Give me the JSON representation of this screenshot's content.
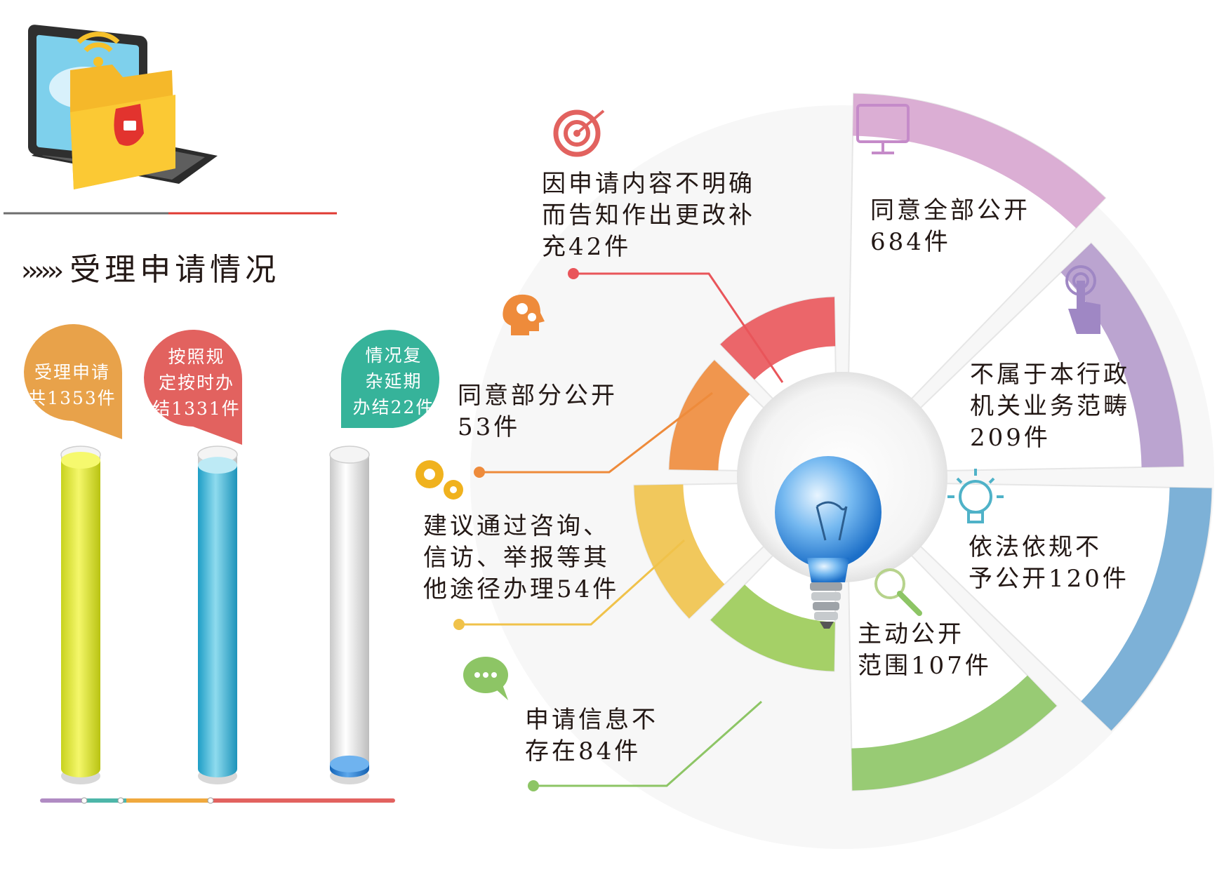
{
  "section_title": "受理申请情况",
  "chevrons": "››››››",
  "colors": {
    "orange": "#E8A24A",
    "red": "#E2625F",
    "teal": "#36B39A",
    "yellow": "#DDE32E",
    "cyan": "#3BBAD8",
    "blue": "#2A86D6",
    "purple": "#C9A0CF",
    "lavender": "#B49ACB",
    "sky": "#6FA9D3",
    "green": "#8DC565"
  },
  "chart_data": [
    {
      "type": "bar",
      "categories": [
        "受理申请共1353件",
        "按照规定按时办结1331件",
        "情况复杂延期办结22件"
      ],
      "values": [
        1353,
        1331,
        22
      ],
      "ylim": [
        0,
        1353
      ],
      "bubbles": [
        {
          "text": "受理申请\n共1353件",
          "color": "#E8A24A"
        },
        {
          "text": "按照规\n定按时办\n结1331件",
          "color": "#E2625F"
        },
        {
          "text": "情况复\n杂延期\n办结22件",
          "color": "#36B39A"
        }
      ]
    },
    {
      "type": "pie",
      "slices": [
        {
          "label": "同意全部公开\n684件",
          "value": 684,
          "color": "#D7A5CF"
        },
        {
          "label": "不属于本行政\n机关业务范畴\n209件",
          "value": 209,
          "color": "#B49ACB"
        },
        {
          "label": "依法依规不\n予公开120件",
          "value": 120,
          "color": "#6FA9D3"
        },
        {
          "label": "主动公开\n范围107件",
          "value": 107,
          "color": "#8DC565"
        },
        {
          "label": "申请信息不\n存在84件",
          "value": 84,
          "color": "#9BCB57"
        },
        {
          "label": "建议通过咨询、\n信访、举报等其\n他途径办理54件",
          "value": 54,
          "color": "#F0C24A"
        },
        {
          "label": "同意部分公开\n53件",
          "value": 53,
          "color": "#EE8B3B"
        },
        {
          "label": "因申请内容不明确\n而告知作出更改补\n充42件",
          "value": 42,
          "color": "#E9555A"
        }
      ]
    }
  ]
}
